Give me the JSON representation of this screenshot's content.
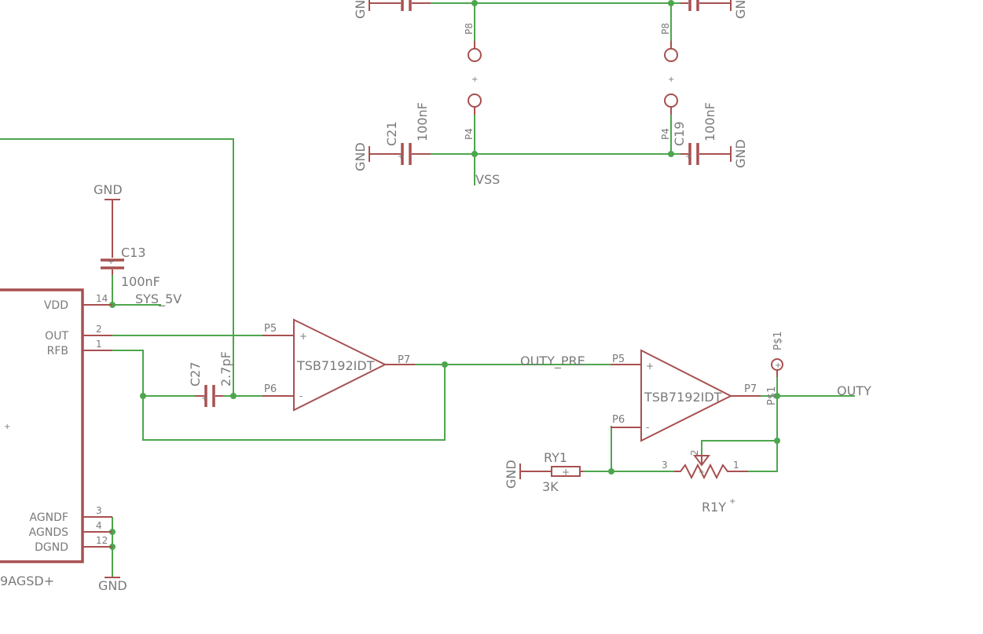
{
  "colors": {
    "wire": "#4da64d",
    "part": "#a85050",
    "label": "#7a7a7a",
    "background": "#ffffff"
  },
  "power": {
    "gnd": "GND",
    "plus": "+",
    "vss": "VSS",
    "sys5v": "SYS_5V"
  },
  "pins": {
    "p4": "P4",
    "p5": "P5",
    "p6": "P6",
    "p7": "P7",
    "p8": "P8",
    "ps1": "P$1",
    "plus": "+",
    "minus": "-"
  },
  "capacitors": {
    "c21": {
      "name": "C21",
      "value": "100nF"
    },
    "c19": {
      "name": "C19",
      "value": "100nF"
    },
    "c13": {
      "name": "C13",
      "value": "100nF"
    },
    "c27": {
      "name": "C27",
      "value": "2.7pF"
    }
  },
  "opamps": {
    "u1": {
      "name": "TSB7192IDT"
    },
    "u2": {
      "name": "TSB7192IDT"
    }
  },
  "ic": {
    "name_partial": "9AGSD+",
    "pins": [
      {
        "name": "VDD",
        "number": "14"
      },
      {
        "name": "OUT",
        "number": "2"
      },
      {
        "name": "RFB",
        "number": "1"
      },
      {
        "name": "AGNDF",
        "number": "3"
      },
      {
        "name": "AGNDS",
        "number": "4"
      },
      {
        "name": "DGND",
        "number": "12"
      }
    ]
  },
  "nets": {
    "outy_pre": "OUTY_PRE",
    "outy": "OUTY"
  },
  "resistor": {
    "name": "RY1",
    "value": "3K"
  },
  "potentiometer": {
    "name": "R1Y",
    "pin1": "1",
    "pin2": "2",
    "pin3": "3"
  }
}
